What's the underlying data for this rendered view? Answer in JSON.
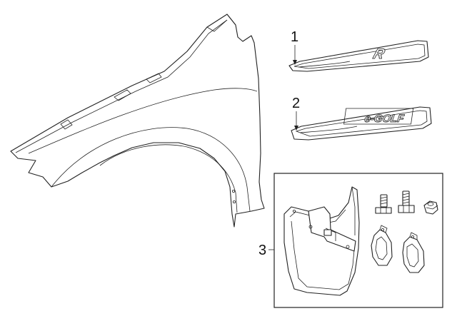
{
  "callouts": [
    {
      "id": "1",
      "label": "1"
    },
    {
      "id": "2",
      "label": "2"
    },
    {
      "id": "3",
      "label": "3"
    }
  ],
  "badges": {
    "r_line": "R",
    "e_golf": "e-GOLF"
  },
  "colors": {
    "line": "#222222",
    "background": "#ffffff"
  }
}
